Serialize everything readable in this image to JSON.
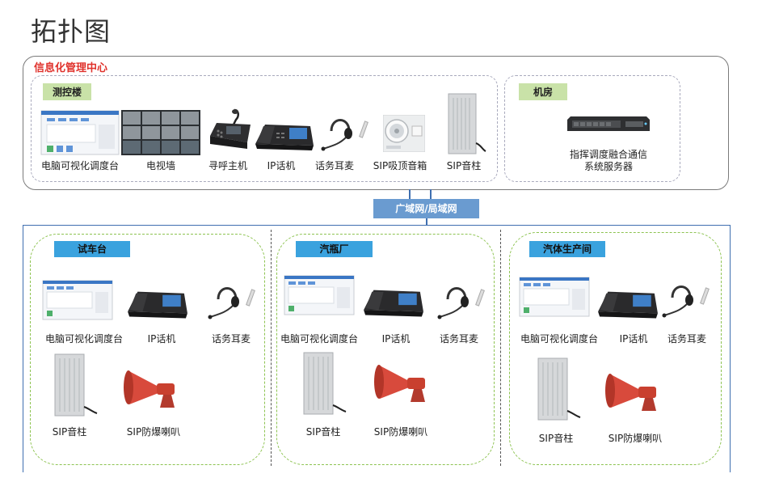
{
  "title": "拓扑图",
  "top": {
    "frame_title": "信息化管理中心",
    "control_building": {
      "tag": "测控楼",
      "devices": [
        "电脑可视化调度台",
        "电视墙",
        "寻呼主机",
        "IP话机",
        "话务耳麦",
        "SIP吸顶音箱",
        "SIP音柱"
      ]
    },
    "machine_room": {
      "tag": "机房",
      "server_label_line1": "指挥调度融合通信",
      "server_label_line2": "系统服务器"
    }
  },
  "network": {
    "label": "广域网/局域网"
  },
  "sites": [
    {
      "tag": "试车台",
      "devices": [
        "电脑可视化调度台",
        "IP话机",
        "话务耳麦",
        "SIP音柱",
        "SIP防爆喇叭"
      ]
    },
    {
      "tag": "汽瓶厂",
      "devices": [
        "电脑可视化调度台",
        "IP话机",
        "话务耳麦",
        "SIP音柱",
        "SIP防爆喇叭"
      ]
    },
    {
      "tag": "汽体生产间",
      "devices": [
        "电脑可视化调度台",
        "IP话机",
        "话务耳麦",
        "SIP音柱",
        "SIP防爆喇叭"
      ]
    }
  ],
  "colors": {
    "frame_title": "#e0322c",
    "tag_green": "#c9e2a8",
    "tag_blue": "#3aa2de",
    "network_box": "#6a9bd0",
    "site_border": "#8dc351",
    "bottom_frame": "#3f6fb0"
  }
}
